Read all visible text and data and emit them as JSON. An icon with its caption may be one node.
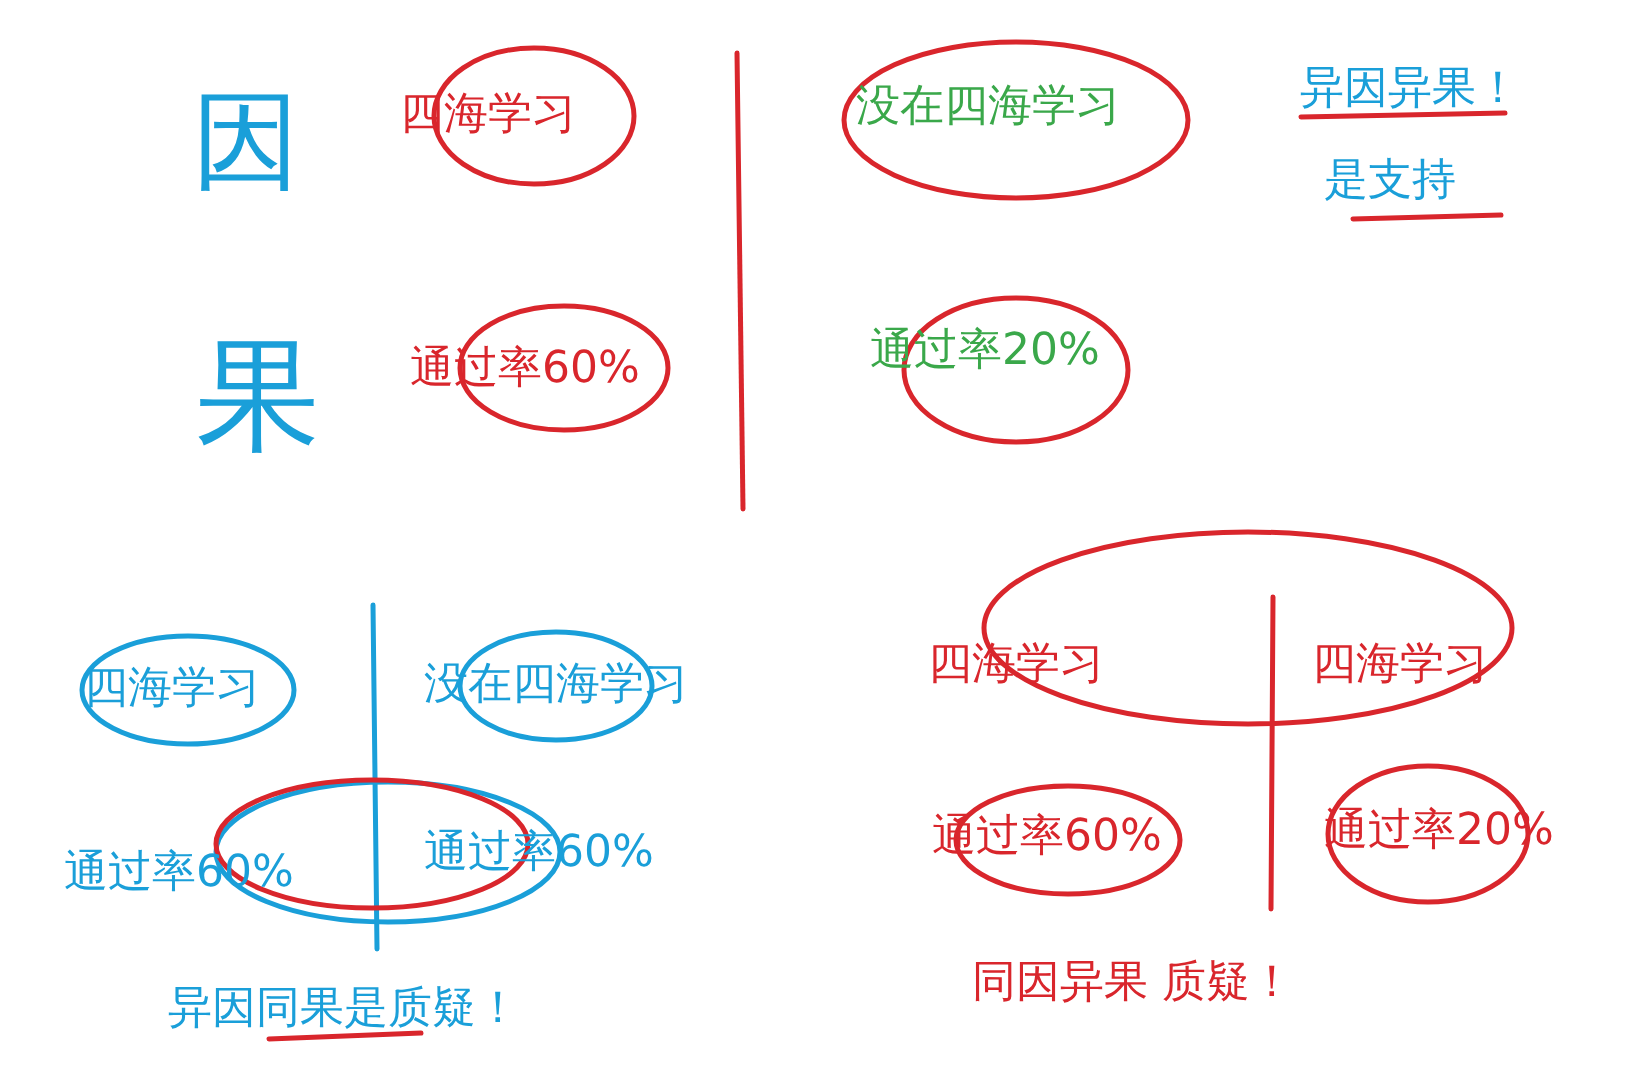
{
  "diagram": {
    "nodes": [
      {
        "text": [
          "四海学习"
        ]
      },
      {
        "text": [
          "没在四海学习"
        ]
      },
      {
        "text": [
          "通过率60%"
        ]
      },
      {
        "text": [
          "通过率20%"
        ]
      },
      {
        "text": [
          "四海学习"
        ]
      },
      {
        "text": [
          "没在四海学习"
        ]
      },
      {
        "text": [
          "通过率60%",
          "通过率60%"
        ]
      },
      {
        "text": [
          "四海学习",
          "四海学习"
        ]
      },
      {
        "text": [
          "通过率60%"
        ]
      },
      {
        "text": [
          "通过率20%"
        ]
      }
    ],
    "labels": [
      "因",
      "果",
      "异因异果！",
      "是支持",
      "异因同果是质疑！",
      "同因异果 质疑！"
    ]
  }
}
